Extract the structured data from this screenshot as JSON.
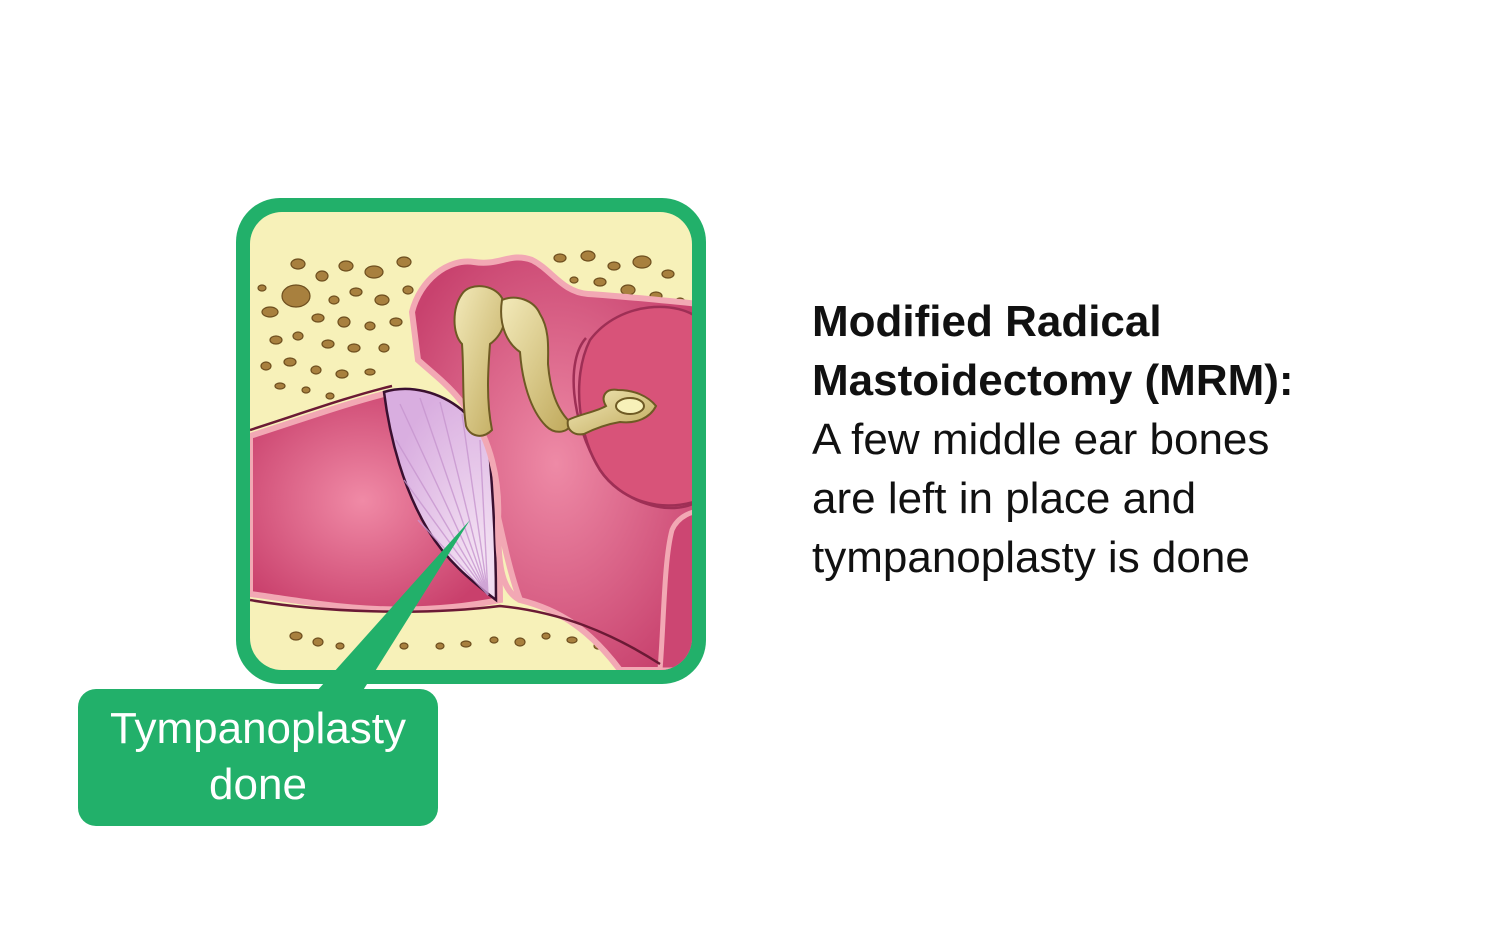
{
  "illustration": {
    "frame_color": "#22b06a",
    "bone_color": "#f7f1b9",
    "tissue_color": "#d94e78",
    "ossicle_color": "#d8c77c",
    "graft_color": "#e9c6e8",
    "air_cell_color": "#a8803e"
  },
  "callout": {
    "line1": "Tympanoplasty",
    "line2": "done",
    "color": "#22b06a"
  },
  "description": {
    "title_line1": "Modified Radical",
    "title_line2": "Mastoidectomy (MRM):",
    "body_line1": "A few middle ear bones",
    "body_line2": "are left in place and",
    "body_line3": "tympanoplasty is done"
  }
}
